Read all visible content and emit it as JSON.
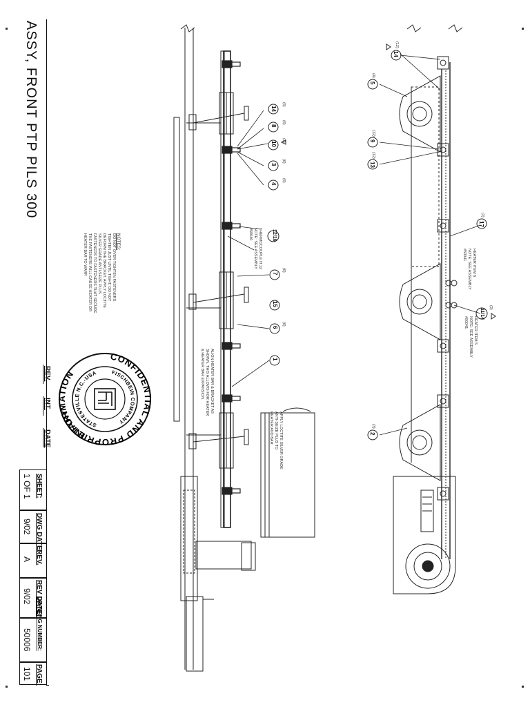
{
  "drawing_title": "ASSY, FRONT PTP PILS 300",
  "revision_block": {
    "rev_label": "REV.",
    "int_label": "INT.",
    "date_label": "DATE"
  },
  "title_block": {
    "sheet_label": "SHEET:",
    "sheet_value": "1 OF 1",
    "dwg_date_label": "DWG DATE:",
    "dwg_date_value": "9/02",
    "rev_label": "REV.",
    "rev_value": "A",
    "rev_date_label": "REV DATE:",
    "rev_date_value": "9/02",
    "drawing_number_label": "DRAWING NUMBER:",
    "drawing_number_value": "50006",
    "page_label": "PAGE:",
    "page_value": "101"
  },
  "seal": {
    "top_text": "CONFIDENTIAL AND PROPRIETARY",
    "inner_text": "FISCHBEIN COMPANY",
    "bottom_inner_text": "STATESVILLE N.C.-USA",
    "bottom_text": "INFORMATION"
  },
  "notes": {
    "heading": "NOTES:",
    "lines": [
      "DO NOT OVER TIGHTEN FASTENERS.",
      "TIGHTEN JUST UNTIL TIGHT, DO NOT",
      "DEFORM THE BRACKET. APPLY LOCTITE",
      "SILVER GRADE ANTI-SEIZE PLUS",
      "FASTENERS TO FASTENERS THAT SECURE",
      "THE FASTENERS WILL CAUSE HEATER OR",
      "HEATER BAR TO WARP."
    ]
  },
  "annotations": {
    "thermocouple": [
      "THERMOCOUPLE IT.12",
      "NOTE: SEE ASSEMBLY",
      "#50040"
    ],
    "align_heater": [
      "ALIGN HEATER BAR & BRACKET AS",
      "SHOWN. THIS ALLOWS FOR HEATER",
      "& HEATER BAR EXPANSION."
    ],
    "loctite": [
      "APPLY LOCTITE SILVER GRADE",
      "ANTI-SEIZE PLUS TO",
      "HEATER AND BAR"
    ],
    "heater_item6": [
      "HEATER ITEM 6",
      "NOTE: SEE ASSEMBLY",
      "#50041"
    ],
    "heater_item5": [
      "HEATER ITEM 5",
      "NOTE: SEE ASSEMBLY",
      "#50041"
    ]
  },
  "item_balloons_left": [
    {
      "qty": "(6)",
      "item": "14"
    },
    {
      "qty": "(6)",
      "item": "8"
    },
    {
      "qty": "(2)",
      "item": "10"
    },
    {
      "qty": "(6)",
      "item": "3"
    },
    {
      "qty": "(6)",
      "item": "4"
    },
    {
      "qty": "",
      "item": "12/16"
    },
    {
      "qty": "(6)",
      "item": "7"
    },
    {
      "qty": "",
      "item": "15"
    },
    {
      "qty": "(6)",
      "item": "6"
    },
    {
      "qty": "",
      "item": "1"
    }
  ],
  "item_balloons_right": [
    {
      "qty": "(12)",
      "item": "14"
    },
    {
      "qty": "(4)",
      "item": "5"
    },
    {
      "qty": "(12)",
      "item": "9"
    },
    {
      "qty": "(12)",
      "item": "13"
    },
    {
      "qty": "(2)",
      "item": "17"
    },
    {
      "qty": "(2)",
      "item": "11/14"
    },
    {
      "qty": "(3)",
      "item": "2"
    }
  ]
}
